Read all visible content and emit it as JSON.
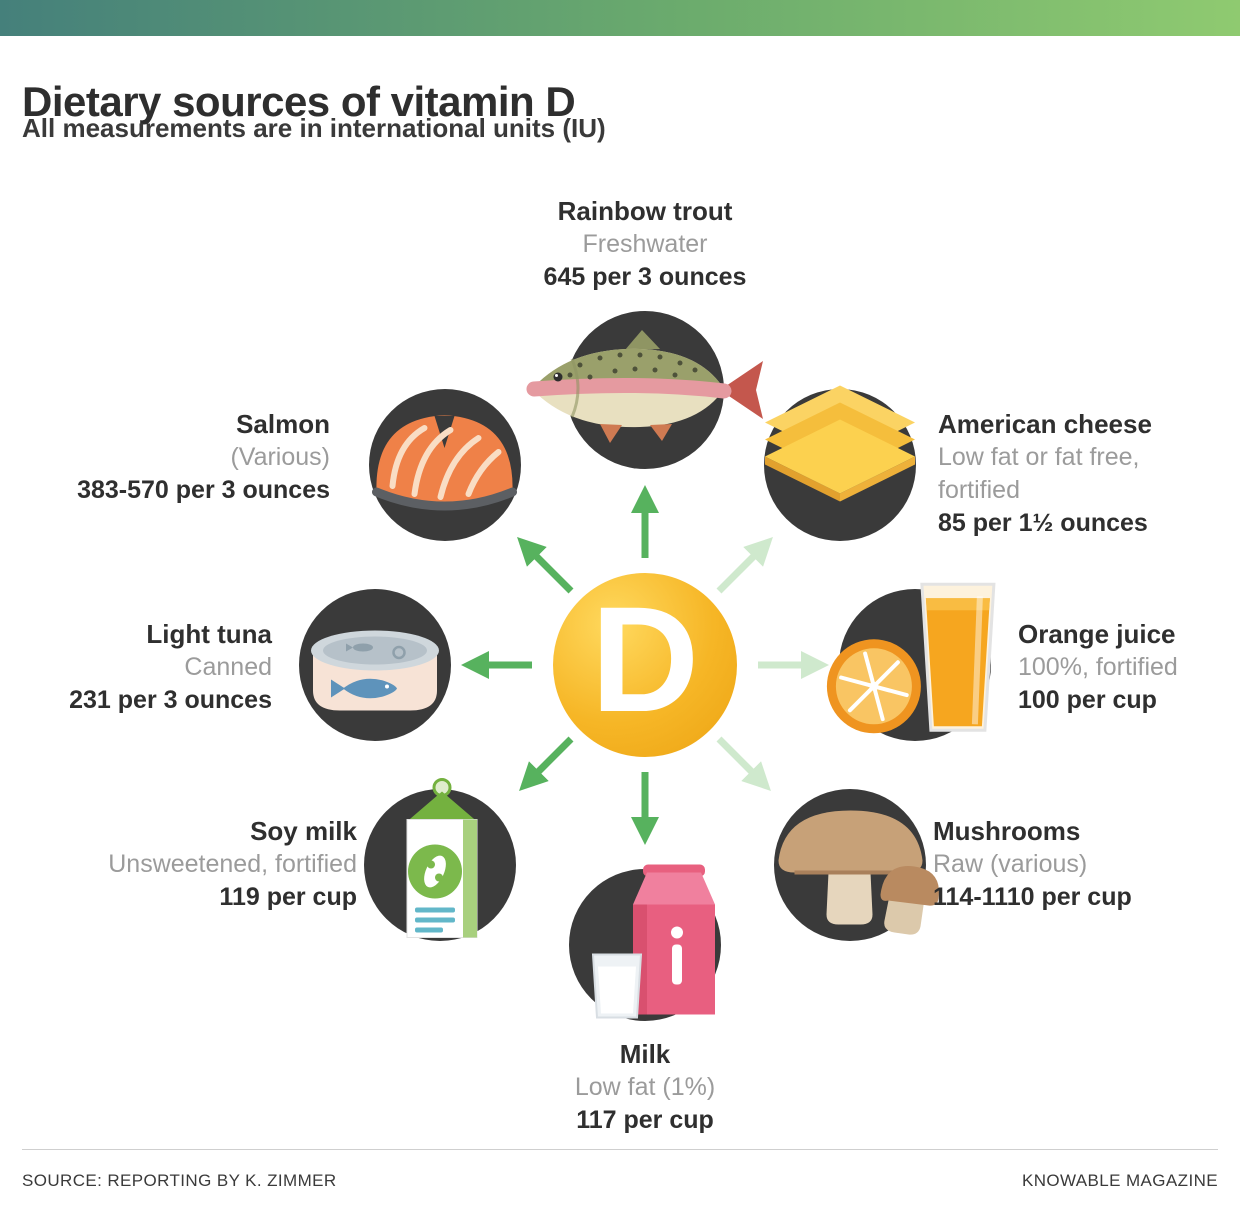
{
  "header": {
    "title": "Dietary sources of vitamin D",
    "subtitle": "All measurements are in international units (IU)"
  },
  "center": {
    "letter": "D"
  },
  "items": [
    {
      "name": "Rainbow trout",
      "detail": "Freshwater",
      "amount": "645 per 3 ounces"
    },
    {
      "name": "American cheese",
      "detail": "Low fat or fat free, fortified",
      "amount": "85 per 1½ ounces"
    },
    {
      "name": "Orange juice",
      "detail": "100%, fortified",
      "amount": "100 per cup"
    },
    {
      "name": "Mushrooms",
      "detail": "Raw (various)",
      "amount": "114-1110 per cup"
    },
    {
      "name": "Milk",
      "detail": "Low fat (1%)",
      "amount": "117 per cup"
    },
    {
      "name": "Soy milk",
      "detail": "Unsweetened, fortified",
      "amount": "119 per cup"
    },
    {
      "name": "Light tuna",
      "detail": "Canned",
      "amount": "231 per 3 ounces"
    },
    {
      "name": "Salmon",
      "detail": "(Various)",
      "amount": "383-570 per 3 ounces"
    }
  ],
  "footer": {
    "source": "SOURCE: REPORTING BY K. ZIMMER",
    "brand": "KNOWABLE MAGAZINE"
  },
  "colors": {
    "topbar_left": "#45807b",
    "topbar_right": "#8fca70",
    "arrow_green": "#57b25e",
    "arrow_light_green": "#cfe9cd",
    "center_gold": "#f6b626",
    "circle_bg": "#3a3a3a"
  }
}
